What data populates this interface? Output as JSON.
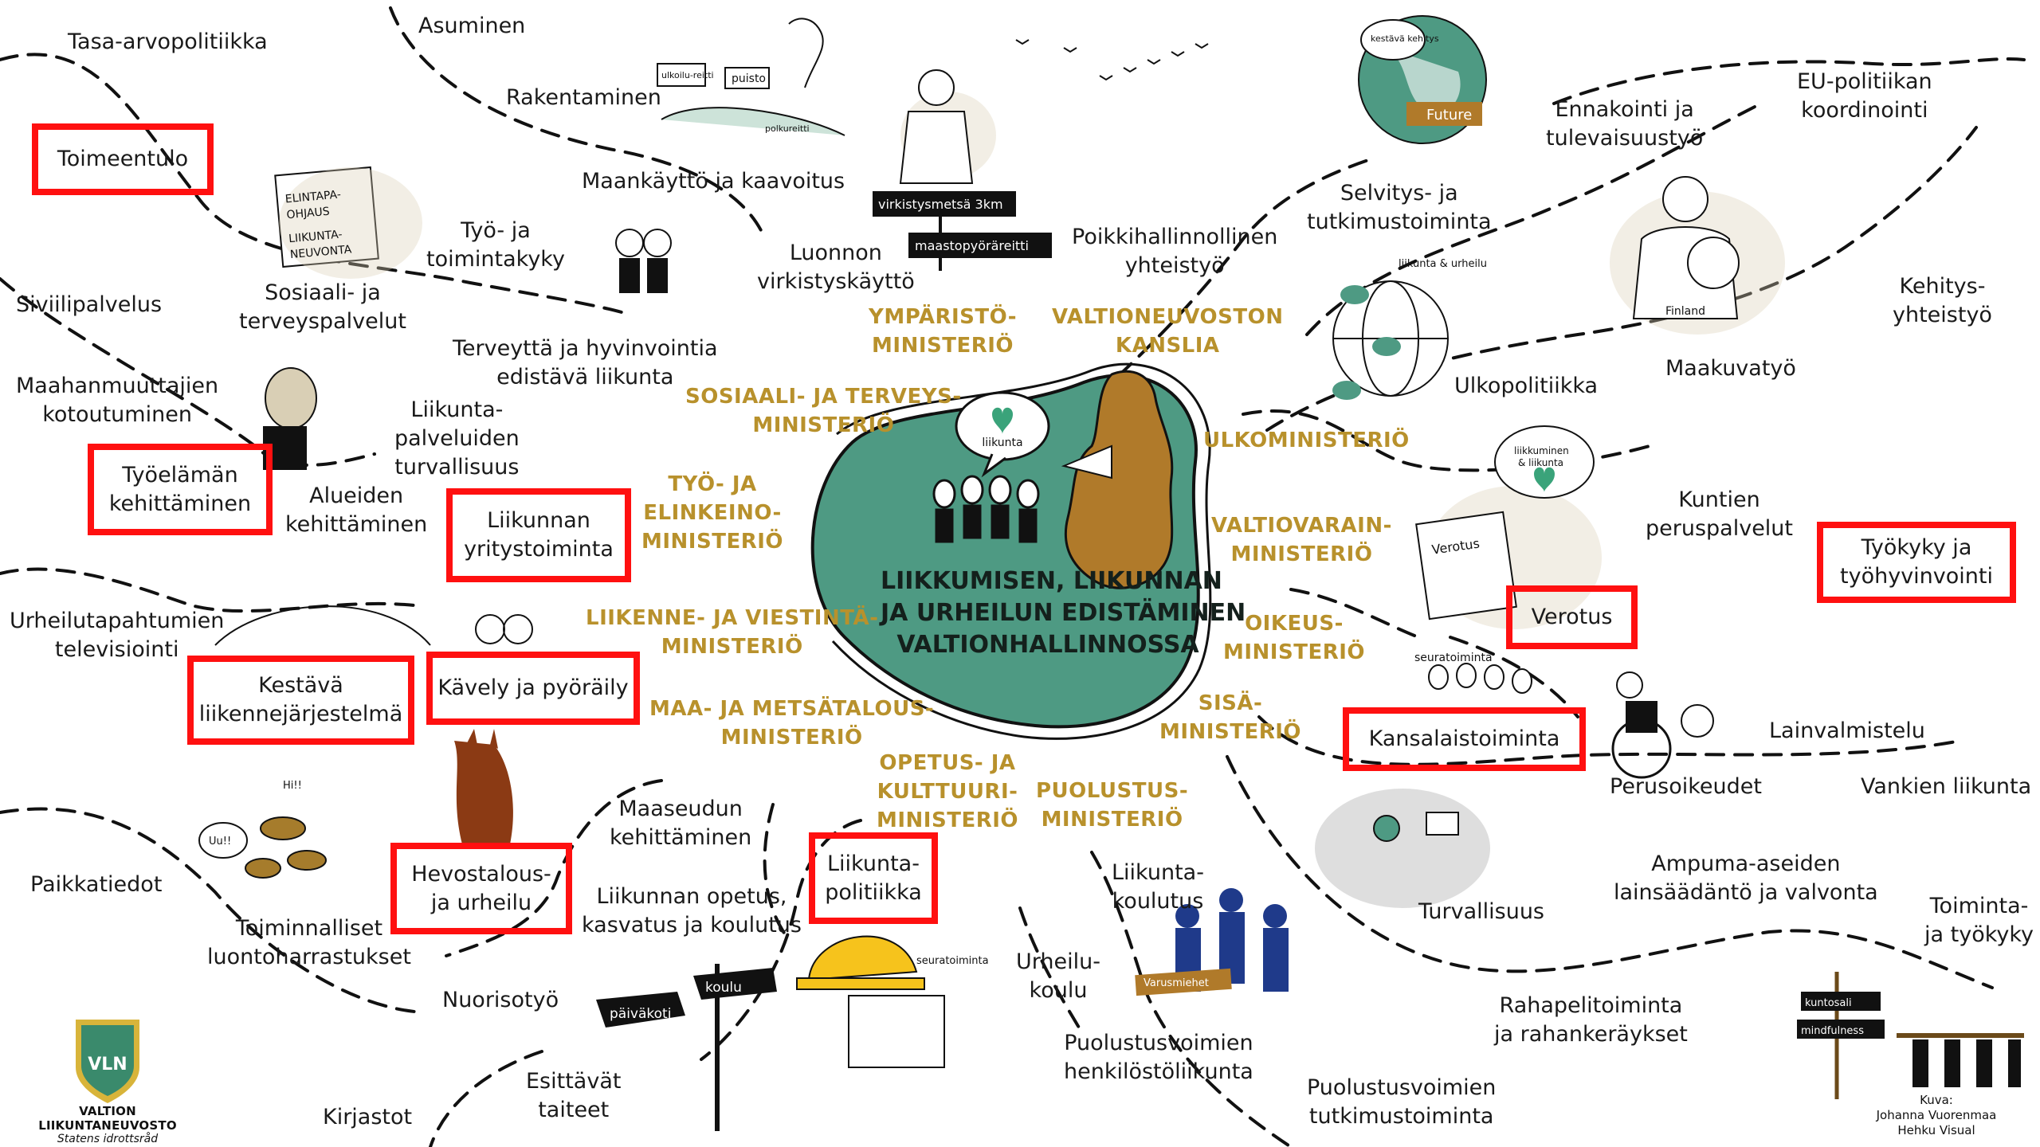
{
  "center": {
    "title_lines": [
      "LIIKKUMISEN, LIIKUNNAN",
      "JA URHEILUN EDISTÄMINEN",
      "VALTIONHALLINNOSSA"
    ],
    "bubble": "liikunta"
  },
  "ministries": {
    "ymparisto": [
      "YMPÄRISTÖ-",
      "MINISTERIÖ"
    ],
    "valtioneuvosto": [
      "VALTIONEUVOSTON",
      "KANSLIA"
    ],
    "sosiaali": [
      "SOSIAALI- JA TERVEYS-",
      "MINISTERIÖ"
    ],
    "tyo": [
      "TYÖ- JA",
      "ELINKEINO-",
      "MINISTERIÖ"
    ],
    "liikenne": [
      "LIIKENNE- JA VIESTINTÄ-",
      "MINISTERIÖ"
    ],
    "maa": [
      "MAA- JA METSÄTALOUS-",
      "MINISTERIÖ"
    ],
    "opetus": [
      "OPETUS- JA",
      "KULTTUURI-",
      "MINISTERIÖ"
    ],
    "puolustus": [
      "PUOLUSTUS-",
      "MINISTERIÖ"
    ],
    "sisa": [
      "SISÄ-",
      "MINISTERIÖ"
    ],
    "oikeus": [
      "OIKEUS-",
      "MINISTERIÖ"
    ],
    "valtiovarain": [
      "VALTIOVARAIN-",
      "MINISTERIÖ"
    ],
    "ulko": [
      "ULKOMINISTERIÖ"
    ]
  },
  "topics": {
    "tasa_arvo": "Tasa-arvopolitiikka",
    "asuminen": "Asuminen",
    "rakentaminen": "Rakentaminen",
    "maankaytto": "Maankäyttö ja kaavoitus",
    "luonnon": [
      "Luonnon",
      "virkistyskäyttö"
    ],
    "poikkihallinnollinen": [
      "Poikkihallinnollinen",
      "yhteistyö"
    ],
    "selvitys": [
      "Selvitys- ja",
      "tutkimustoiminta"
    ],
    "ennakointi": [
      "Ennakointi ja",
      "tulevaisuustyö"
    ],
    "eu": [
      "EU-politiikan",
      "koordinointi"
    ],
    "kehitys": [
      "Kehitys-",
      "yhteistyö"
    ],
    "maakuva": "Maakuvatyö",
    "ulkopolitiikka": "Ulkopolitiikka",
    "kuntien": [
      "Kuntien",
      "peruspalvelut"
    ],
    "lainvalmistelu": "Lainvalmistelu",
    "perusoikeudet": "Perusoikeudet",
    "vankien": "Vankien liikunta",
    "ampuma": [
      "Ampuma-aseiden",
      "lainsäädäntö ja valvonta"
    ],
    "toiminta": [
      "Toiminta-",
      "ja työkyky"
    ],
    "rahapeli": [
      "Rahapelitoiminta",
      "ja rahankeräykset"
    ],
    "turvallisuus": "Turvallisuus",
    "tutkimus_puol": [
      "Puolustusvoimien",
      "tutkimustoiminta"
    ],
    "henkilosto": [
      "Puolustusvoimien",
      "henkilöstöliikunta"
    ],
    "urheilukoulu": [
      "Urheilu-",
      "koulu"
    ],
    "liikuntakoulutus": [
      "Liikunta-",
      "koulutus"
    ],
    "opetus": [
      "Liikunnan opetus,",
      "kasvatus ja koulutus"
    ],
    "maaseutu": [
      "Maaseudun",
      "kehittäminen"
    ],
    "nuorisotyo": "Nuorisotyö",
    "esittavat": [
      "Esittävät",
      "taiteet"
    ],
    "kirjastot": "Kirjastot",
    "paikkatiedot": "Paikkatiedot",
    "toiminnalliset": [
      "Toiminnalliset",
      "luontoharrastukset"
    ],
    "urheilutapahtumat": [
      "Urheilutapahtumien",
      "televisiointi"
    ],
    "alueiden": [
      "Alueiden",
      "kehittäminen"
    ],
    "liikuntapalvelut": [
      "Liikunta-",
      "palveluiden",
      "turvallisuus"
    ],
    "terveytta": [
      "Terveyttä ja hyvinvointia",
      "edistävä liikunta"
    ],
    "tyo_toimintakyky": [
      "Työ- ja",
      "toimintakyky"
    ],
    "sosiaali": [
      "Sosiaali- ja",
      "terveyspalvelut"
    ],
    "siviili": "Siviilipalvelus",
    "maahanmuutto": [
      "Maahanmuuttajien",
      "kotoutuminen"
    ]
  },
  "highlighted": {
    "toimeentulo": "Toimeentulo",
    "tyoelaman": [
      "Työelämän",
      "kehittäminen"
    ],
    "yritystoiminta": [
      "Liikunnan",
      "yritystoiminta"
    ],
    "kestava": [
      "Kestävä",
      "liikennejärjestelmä"
    ],
    "kavely": "Kävely ja pyöräily",
    "hevostalous": [
      "Hevostalous-",
      "ja urheilu"
    ],
    "liikuntapolitiikka": [
      "Liikunta-",
      "politiikka"
    ],
    "verotus": "Verotus",
    "tyokyky": [
      "Työkyky ja",
      "työhyvinvointi"
    ],
    "kansalaistoiminta": "Kansalaistoiminta"
  },
  "doodle_text": {
    "elintapa": [
      "ELINTAPA-",
      "OHJAUS",
      "LIIKUNTA-",
      "NEUVONTA"
    ],
    "sign_ulkoilu": "ulkoilu-reitti",
    "sign_puisto": "puisto",
    "path": "polkureitti",
    "virkistysmetsa": "virkistysmetsä 3km",
    "maastopyoraily": "maastopyöräreitti",
    "future": "Future",
    "kestava_bubble": "kestävä kehitys",
    "globe_label": "liikunta & urheilu",
    "shirt": "Finland",
    "verotus_doc": "Verotus",
    "liikkuminen_bubble": [
      "liikkuminen",
      "& liikunta"
    ],
    "seuratoiminta": "seuratoiminta",
    "varusmiehet": "Varusmiehet",
    "paivakoti": "päiväkoti",
    "koulu": "koulu",
    "kuntosali": "kuntosali",
    "mindfulness": "mindfulness",
    "mushroom_bubble": "Uu!!",
    "mushroom_bubble2": "Hi!!"
  },
  "logo": {
    "badge": "VLN",
    "name": "VALTION LIIKUNTANEUVOSTO",
    "sub": "Statens idrottsråd"
  },
  "credit": [
    "Kuva:",
    "Johanna Vuorenmaa",
    "Hehku Visual"
  ],
  "colors": {
    "accent_gold": "#b8912c",
    "blob_green": "#4e9a83",
    "highlight_red": "#ff1010",
    "finland_brown": "#b07a2a"
  }
}
